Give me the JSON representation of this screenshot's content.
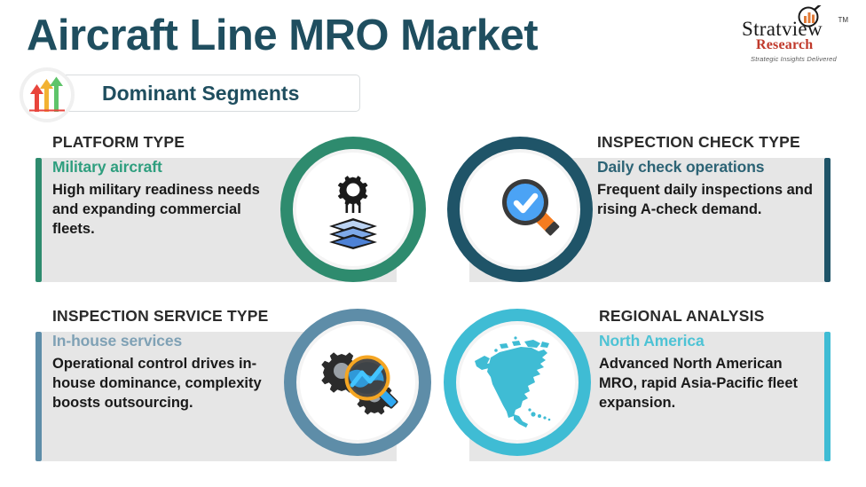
{
  "header": {
    "title": "Aircraft Line MRO Market",
    "badge_label": "Dominant Segments",
    "badge_icon": "ascending-bar-arrows-icon",
    "title_color": "#1F4E5F"
  },
  "logo": {
    "brand_primary": "Stratview",
    "trademark": "TM",
    "brand_secondary": "Research",
    "tagline": "Strategic Insights Delivered",
    "mark_icon": "magnifier-bar-chart-icon",
    "primary_color": "#1a1a1a",
    "secondary_color": "#C0392B"
  },
  "cards": [
    {
      "id": "platform-type",
      "kicker": "PLATFORM TYPE",
      "subtitle": "Military aircraft",
      "description": "High military readiness needs and expanding commercial fleets.",
      "icon": "gear-over-layers-icon",
      "accent_color": "#2E8B6E",
      "subtitle_color": "#2E9E7E",
      "circle_color": "#2E8B6E",
      "side": "left"
    },
    {
      "id": "inspection-check-type",
      "kicker": "INSPECTION CHECK TYPE",
      "subtitle": "Daily check operations",
      "description": "Frequent daily inspections and rising A-check demand.",
      "icon": "magnifier-check-icon",
      "accent_color": "#1F5468",
      "subtitle_color": "#2C6375",
      "circle_color": "#1F5468",
      "side": "right"
    },
    {
      "id": "inspection-service-type",
      "kicker": "INSPECTION SERVICE TYPE",
      "subtitle": "In-house services",
      "description": "Operational control drives in-house dominance, complexity boosts outsourcing.",
      "icon": "gears-magnifier-analytics-icon",
      "accent_color": "#5E8DA8",
      "subtitle_color": "#7FA1B5",
      "circle_color": "#5E8DA8",
      "side": "left"
    },
    {
      "id": "regional-analysis",
      "kicker": "REGIONAL ANALYSIS",
      "subtitle": "North America",
      "description": "Advanced North American MRO, rapid Asia-Pacific fleet expansion.",
      "icon": "north-america-map-icon",
      "accent_color": "#3FBCD4",
      "subtitle_color": "#4DC3D5",
      "circle_color": "#3FBCD4",
      "side": "right"
    }
  ],
  "theme": {
    "panel_bg": "#E6E6E6",
    "page_bg": "#FFFFFF",
    "text_dark": "#1A1A1A",
    "kicker_color": "#2B2B2B"
  }
}
